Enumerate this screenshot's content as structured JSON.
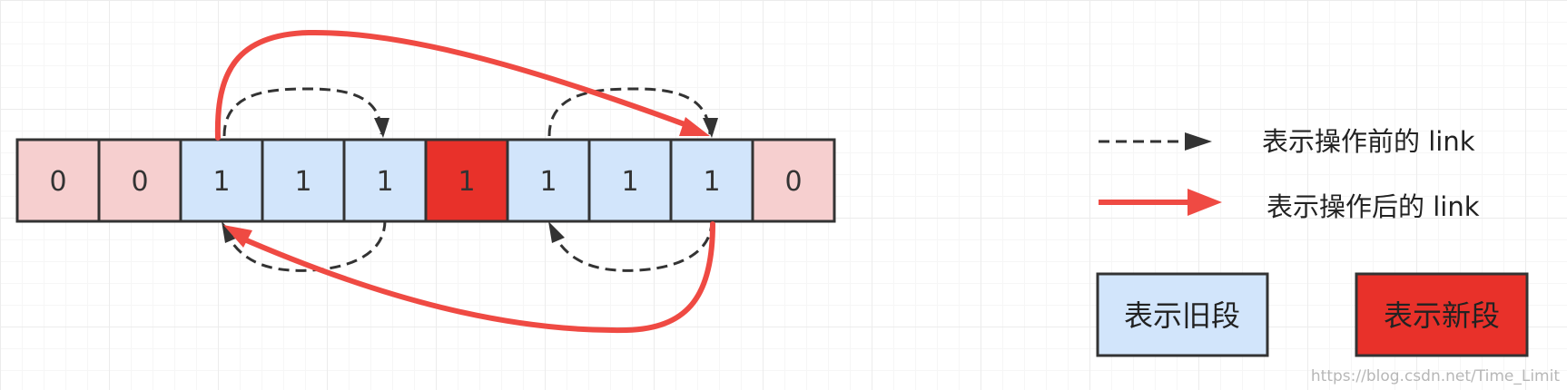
{
  "cells": [
    {
      "label": "0",
      "kind": "empty"
    },
    {
      "label": "0",
      "kind": "empty"
    },
    {
      "label": "1",
      "kind": "old"
    },
    {
      "label": "1",
      "kind": "old"
    },
    {
      "label": "1",
      "kind": "old"
    },
    {
      "label": "1",
      "kind": "new"
    },
    {
      "label": "1",
      "kind": "old"
    },
    {
      "label": "1",
      "kind": "old"
    },
    {
      "label": "1",
      "kind": "old"
    },
    {
      "label": "0",
      "kind": "empty"
    }
  ],
  "colors": {
    "empty": "#f6cfcf",
    "old": "#d2e5fb",
    "new": "#e8312a",
    "border": "#333333",
    "before_link": "#333333",
    "after_link": "#ef4a43"
  },
  "legend": {
    "before_link_label": "表示操作前的 link",
    "after_link_label": "表示操作后的 link",
    "old_segment_label": "表示旧段",
    "new_segment_label": "表示新段"
  },
  "watermark": "https://blog.csdn.net/Time_Limit"
}
